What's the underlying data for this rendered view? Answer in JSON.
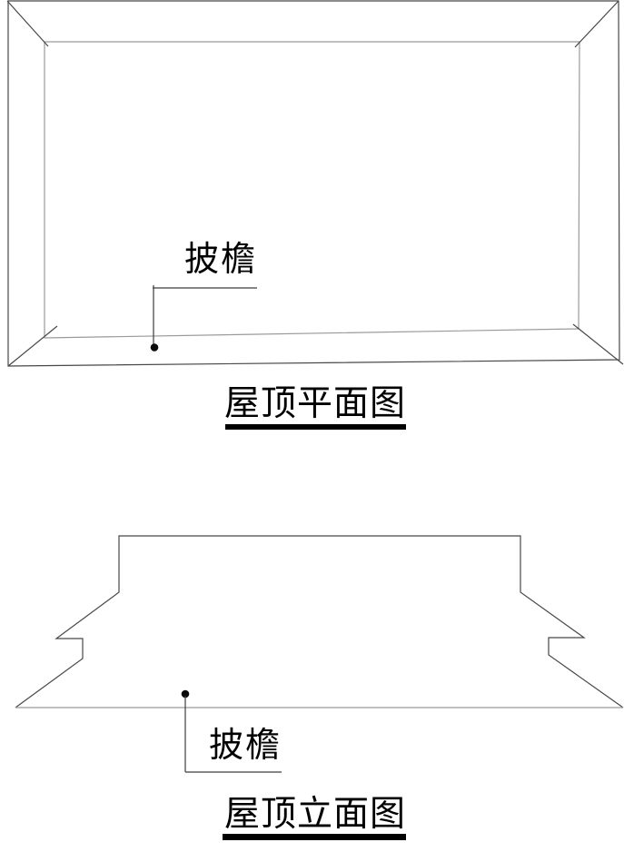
{
  "page": {
    "background_color": "#ffffff",
    "ink_color": "#000000",
    "line_color_dark": "#474747",
    "line_color_light": "#9a9a9a"
  },
  "plan_figure": {
    "callout_label": "披檐",
    "title": "屋顶平面图"
  },
  "elevation_figure": {
    "callout_label": "披檐",
    "title": "屋顶立面图"
  }
}
